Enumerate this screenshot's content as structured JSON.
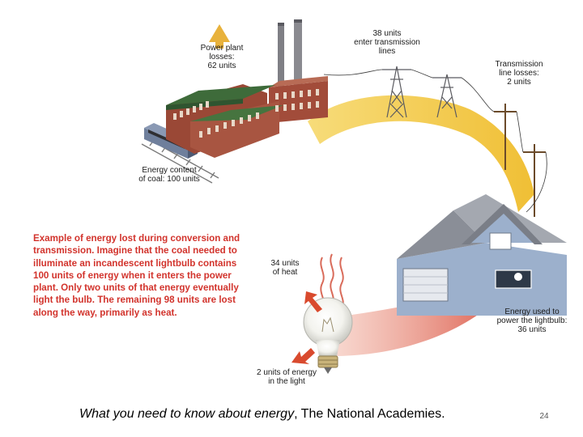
{
  "labels": {
    "power_plant_losses": "Power plant\nlosses:\n62 units",
    "transmission_in": "38 units\nenter transmission\nlines",
    "transmission_losses": "Transmission\nline losses:\n2 units",
    "coal_content": "Energy content\nof coal: 100 units",
    "heat": "34 units\nof heat",
    "light": "2 units of energy\nin the light",
    "bulb_energy": "Energy used to\npower the lightbulb:\n36 units"
  },
  "description": "Example of energy lost during conversion and transmission. Imagine that the coal needed to illuminate an incandescent lightbulb contains 100 units of energy when it enters the power plant. Only two units of that energy eventually light the bulb. The remaining 98 units are lost along the way, primarily as heat.",
  "caption": {
    "title": "What you need to know about energy",
    "source": ", The National Academies."
  },
  "page_number": "24",
  "colors": {
    "energy_band": "#f2c33a",
    "light_beam": "#e06a55",
    "loss_arrow": "#e8b23c",
    "heat_arrow": "#d94a2e",
    "description_text": "#d2332c",
    "brick": "#9c4a38",
    "roof_green": "#3e6b3a",
    "house_siding": "#9cb0cc",
    "house_roof": "#8a8e97"
  }
}
